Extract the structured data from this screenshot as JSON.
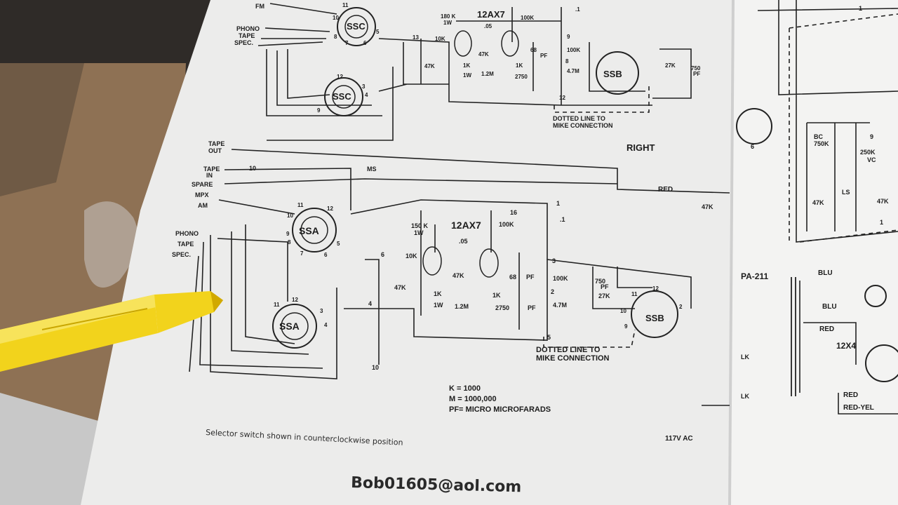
{
  "upper_section": {
    "inputs": [
      "FM",
      "PHONO",
      "TAPE",
      "SPEC."
    ],
    "tube_top": "SSC",
    "tube_bottom": "SSC",
    "amp_tube": "12AX7",
    "resistors": [
      "180 K",
      "1W",
      "10K",
      "47K",
      "1K",
      "1W",
      "1.2M",
      "47K",
      "1K",
      "100K",
      "100K",
      "4.7M",
      "27K"
    ],
    "caps": [
      ".05",
      ".1",
      "68",
      "PF",
      "2750",
      "750",
      "PF"
    ],
    "tube_right": "SSB",
    "pins": [
      "11",
      "12",
      "3",
      "4",
      "5",
      "6",
      "7",
      "8",
      "9",
      "10",
      "13",
      "9",
      "8",
      "12"
    ],
    "note": "DOTTED LINE TO\nMIKE CONNECTION",
    "channel": "RIGHT"
  },
  "lower_section": {
    "inputs": [
      "TAPE",
      "OUT",
      "TAPE",
      "IN",
      "SPARE",
      "MPX",
      "AM",
      "PHONO",
      "TAPE",
      "SPEC."
    ],
    "tape_in_res": "10",
    "switch_label": "MS",
    "wire_label": "RED",
    "wire_res": "47K",
    "tube_top": "SSA",
    "tube_bottom": "SSA",
    "amp_tube": "12AX7",
    "resistors": [
      "150 K",
      "1W",
      "10K",
      "47K",
      "1K",
      "1W",
      "1.2M",
      "47K",
      "1K",
      "100K",
      "100K",
      "4.7M",
      "750",
      "PF",
      "27K"
    ],
    "caps": [
      ".05",
      ".1",
      "68",
      "PF",
      "2750",
      "PF"
    ],
    "nodes": [
      "16",
      "1",
      "3",
      "2",
      "5",
      "6",
      "4",
      "10"
    ],
    "tube_right": "SSB",
    "pins": [
      "11",
      "10",
      "12",
      "9",
      "8",
      "7",
      "6",
      "5",
      "4",
      "3",
      "11",
      "12",
      "2",
      "10",
      "9",
      "11",
      "12"
    ],
    "note": "DOTTED LINE TO\nMIKE CONNECTION"
  },
  "legend": [
    "K = 1000",
    "M = 1000,000",
    "PF= MICRO  MICROFARADS"
  ],
  "footnote": "Selector switch shown in counterclockwise position",
  "ac_label": "117V AC",
  "email": "Bob01605@aol.com",
  "right_sheet": {
    "labels": [
      "BC",
      "750K",
      "250K",
      "VC",
      "LS",
      "47K",
      "47K",
      "PA-211",
      "BLU",
      "BLU",
      "RED",
      "12X4",
      "RED",
      "RED-YEL",
      "LK",
      "LK"
    ],
    "pins": [
      "9",
      "1",
      "6",
      "1"
    ]
  },
  "colors": {
    "paper": "#eeeeee",
    "ink": "#1c1c1c",
    "pen": "#f2d31c",
    "cardboard": "#a0805e"
  }
}
